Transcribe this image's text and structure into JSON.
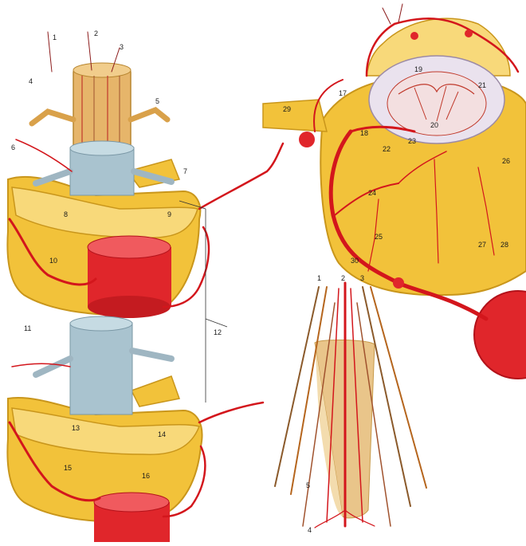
{
  "figure": {
    "colors": {
      "bone_yellow": "#f2c23a",
      "bone_light": "#f8d97a",
      "bone_edge": "#c9961b",
      "disc_red": "#e0262b",
      "artery_red": "#d3161c",
      "cord_tan": "#e6b56a",
      "dura_blue": "#a9c3cf",
      "background": "#ffffff"
    },
    "views": [
      "lateral-vertebral-column-view",
      "transverse-section-view",
      "spinal-cord-segment-view"
    ],
    "labels": {
      "left": [
        "1",
        "2",
        "3",
        "4",
        "5",
        "6",
        "7",
        "8",
        "9",
        "10",
        "11",
        "12",
        "13",
        "14",
        "15",
        "16"
      ],
      "right": [
        "17",
        "18",
        "19",
        "20",
        "21",
        "22",
        "23",
        "24",
        "25",
        "26",
        "27",
        "28",
        "29",
        "30"
      ],
      "bottom": [
        "1",
        "2",
        "3",
        "5",
        "4"
      ]
    }
  }
}
